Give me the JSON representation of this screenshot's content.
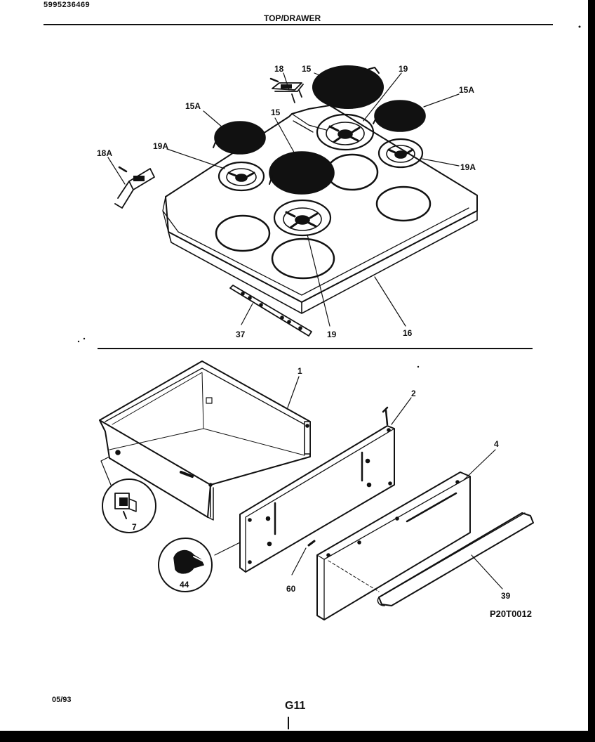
{
  "header": {
    "model_number": "5995236469",
    "section_title": "TOP/DRAWER"
  },
  "footer": {
    "date": "05/93",
    "page": "G11",
    "reference_code": "P20T0012"
  },
  "callouts": {
    "top": {
      "c18_upper": "18",
      "c15_upper": "15",
      "c19_upper": "19",
      "c15a_right": "15A",
      "c15a_left": "15A",
      "c15_mid": "15",
      "c19a_left": "19A",
      "c18a": "18A",
      "c19a_right": "19A",
      "c37": "37",
      "c19_lower": "19",
      "c16": "16"
    },
    "bottom": {
      "c1": "1",
      "c2": "2",
      "c4": "4",
      "c7": "7",
      "c44": "44",
      "c60": "60",
      "c39": "39"
    }
  },
  "colors": {
    "ink": "#111111",
    "paper": "#ffffff",
    "border": "#000000"
  }
}
